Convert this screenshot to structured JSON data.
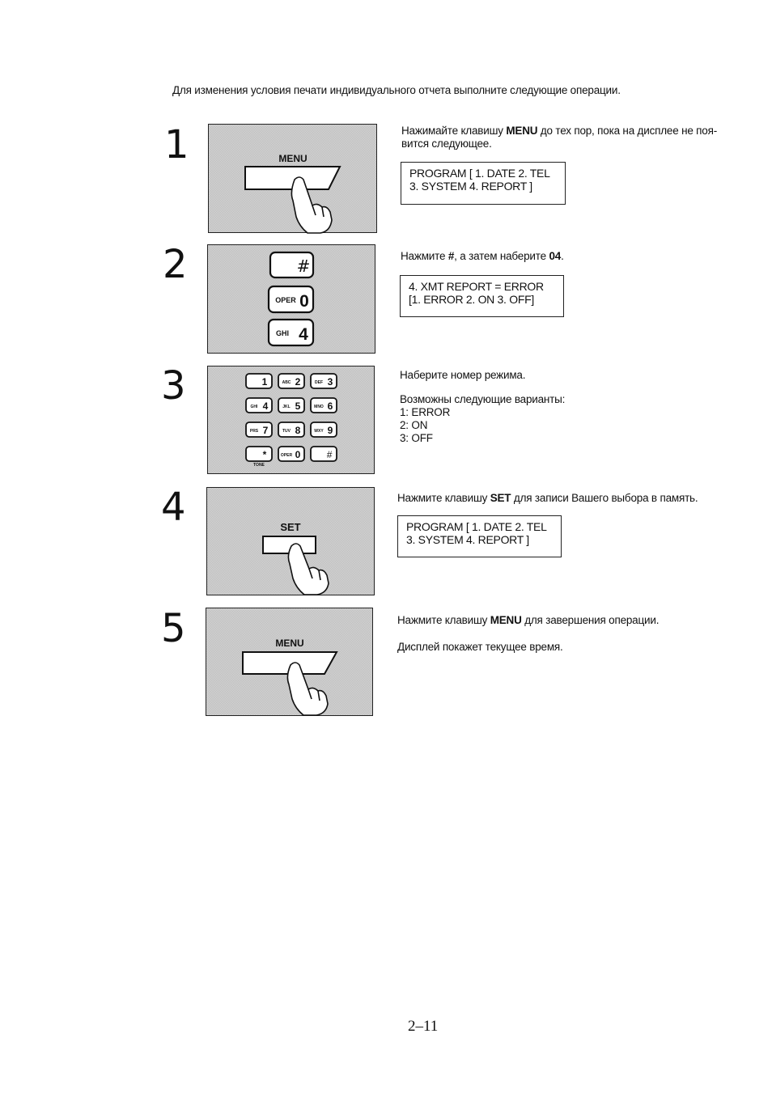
{
  "intro": "Для изменения условия печати индивидуального отчета выполните следующие операции.",
  "steps": [
    {
      "number": "1",
      "panel": {
        "key_label": "MENU"
      },
      "text_before": "Нажимайте клавишу ",
      "key": "MENU",
      "text_after": " до тех пор, пока на дисплее не поя-",
      "line2": "вится следующее.",
      "lcd": [
        "PROGRAM [ 1. DATE  2. TEL",
        "3. SYSTEM  4. REPORT ]"
      ]
    },
    {
      "number": "2",
      "panel": {
        "keys": [
          "#",
          "0",
          "4"
        ],
        "key_sublabels": [
          "",
          "OPER",
          "GHI"
        ]
      },
      "text_before": "Нажмите ",
      "key": "#",
      "text_mid": ", а затем наберите ",
      "key2": "04",
      "text_after": ".",
      "lcd": [
        "4. XMT REPORT = ERROR",
        "[1. ERROR  2. ON  3. OFF]"
      ]
    },
    {
      "number": "3",
      "panel": {
        "keypad": [
          [
            "1",
            "2",
            "3"
          ],
          [
            "4",
            "5",
            "6"
          ],
          [
            "7",
            "8",
            "9"
          ],
          [
            "*",
            "0",
            "#"
          ]
        ],
        "keypad_sub": [
          [
            "",
            "ABC",
            "DEF"
          ],
          [
            "GHI",
            "JKL",
            "MNO"
          ],
          [
            "PRS",
            "TUV",
            "WXY"
          ],
          [
            "",
            "OPER",
            ""
          ]
        ],
        "tone_label": "TONE"
      },
      "line1": "Наберите номер режима.",
      "line2": "Возможны следующие варианты:",
      "options": [
        "1: ERROR",
        "2: ON",
        "3: OFF"
      ]
    },
    {
      "number": "4",
      "panel": {
        "key_label": "SET"
      },
      "text_before": "Нажмите клавишу ",
      "key": "SET",
      "text_after": " для записи Вашего выбора в память.",
      "lcd": [
        "PROGRAM [ 1. DATE  2. TEL",
        "3. SYSTEM  4. REPORT ]"
      ]
    },
    {
      "number": "5",
      "panel": {
        "key_label": "MENU"
      },
      "text_before": "Нажмите клавишу ",
      "key": "MENU",
      "text_after": " для завершения операции.",
      "line2": "Дисплей покажет текущее время."
    }
  ],
  "page_number": "2–11"
}
